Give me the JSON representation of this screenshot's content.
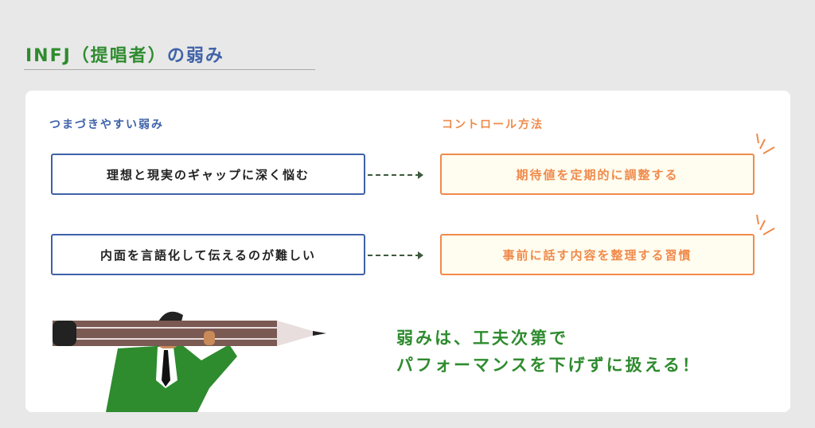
{
  "title": {
    "part1": "INFJ（提唱者）",
    "part2": "の弱み"
  },
  "weak_heading": "つまづきやすい弱み",
  "control_heading": "コントロール方法",
  "rows": [
    {
      "weakness": "理想と現実のギャップに深く悩む",
      "control": "期待値を定期的に調整する"
    },
    {
      "weakness": "内面を言語化して伝えるのが難しい",
      "control": "事前に話す内容を整理する習慣"
    }
  ],
  "closing": {
    "line1": "弱みは、工夫次第で",
    "line2": "パフォーマンスを下げずに扱える！"
  },
  "colors": {
    "green": "#2e8b2e",
    "blue": "#3f62a8",
    "orange": "#f08a4b"
  }
}
